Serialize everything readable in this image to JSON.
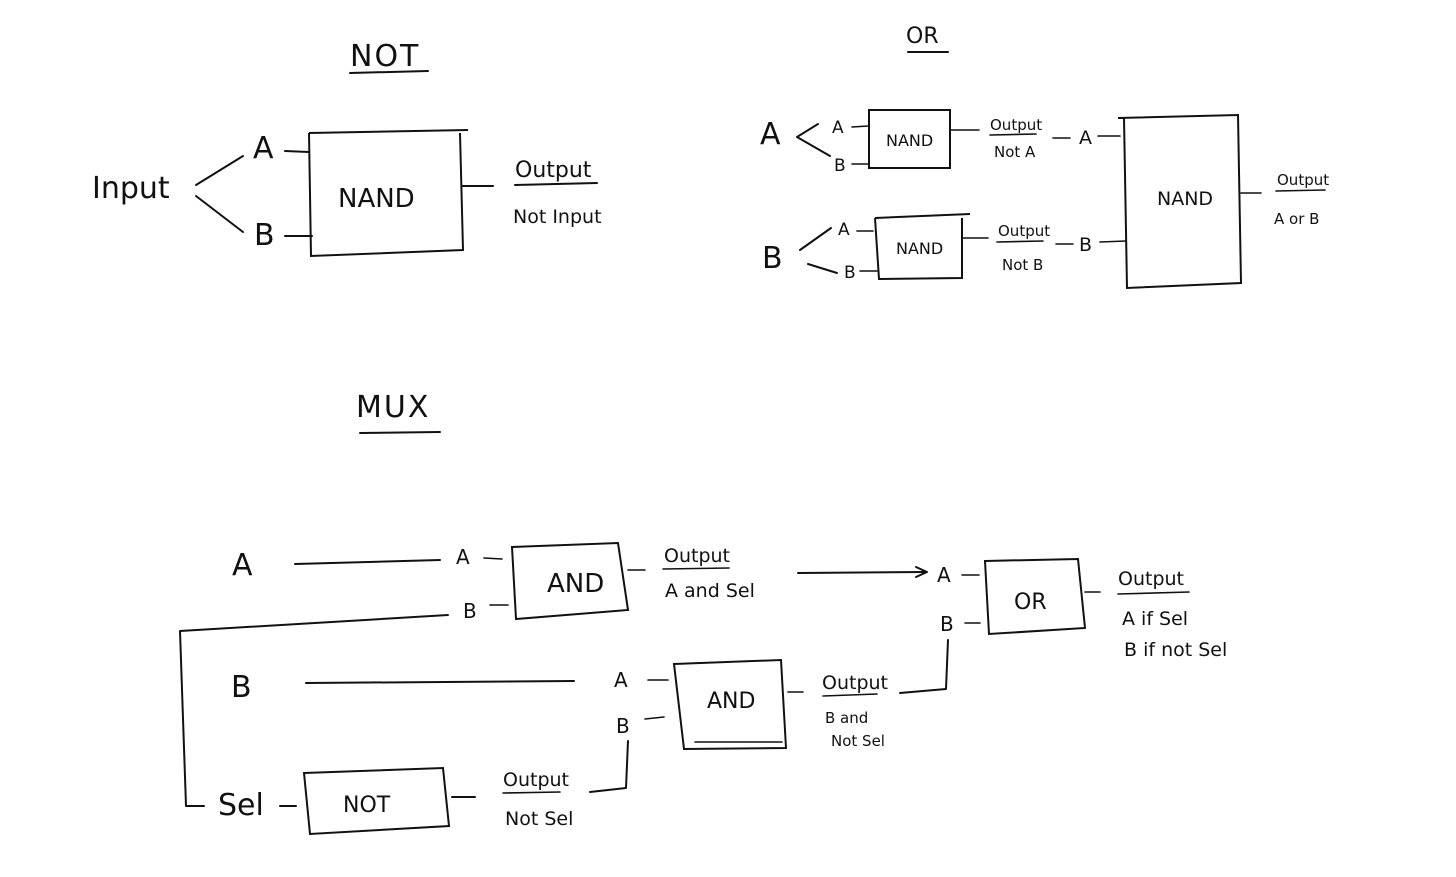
{
  "not_section": {
    "title": "NOT",
    "input_label": "Input",
    "pin_a": "A",
    "pin_b": "B",
    "gate": "NAND",
    "output_label": "Output",
    "output_value": "Not Input"
  },
  "or_section": {
    "title": "OR",
    "input_a": "A",
    "input_b": "B",
    "gate1": {
      "pin_a": "A",
      "pin_b": "B",
      "name": "NAND",
      "output_label": "Output",
      "output_value": "Not A"
    },
    "gate2": {
      "pin_a": "A",
      "pin_b": "B",
      "name": "NAND",
      "output_label": "Output",
      "output_value": "Not B"
    },
    "final_gate": {
      "pin_a": "A",
      "pin_b": "B",
      "name": "NAND",
      "output_label": "Output",
      "output_value": "A or B"
    }
  },
  "mux_section": {
    "title": "MUX",
    "input_a": "A",
    "input_b": "B",
    "input_sel": "Sel",
    "and1": {
      "pin_a": "A",
      "pin_b": "B",
      "name": "AND",
      "output_label": "Output",
      "output_value": "A and Sel"
    },
    "and2": {
      "pin_a": "A",
      "pin_b": "B",
      "name": "AND",
      "output_label": "Output",
      "output_value_line1": "B and",
      "output_value_line2": "Not Sel"
    },
    "not_gate": {
      "name": "NOT",
      "output_label": "Output",
      "output_value": "Not Sel"
    },
    "or_gate": {
      "pin_a": "A",
      "pin_b": "B",
      "name": "OR",
      "output_label": "Output",
      "output_value_line1": "A if Sel",
      "output_value_line2": "B if not Sel"
    }
  }
}
